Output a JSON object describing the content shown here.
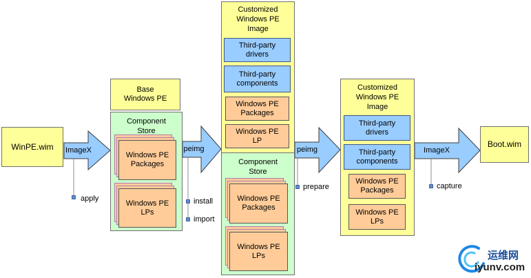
{
  "colors": {
    "image_fill": "#FFFF99",
    "store_fill": "#CCFFCC",
    "third_party_fill": "#99CCFF",
    "package_fill": "#FFCC99",
    "arrow_fill": "#99CCFF",
    "marker_fill": "#5B8FD6",
    "stack_layer_border": "#B27BB2"
  },
  "source_image": {
    "label": "WinPE.wim"
  },
  "steps": [
    {
      "tool": "ImageX",
      "actions": [
        "apply"
      ]
    },
    {
      "tool": "peimg",
      "actions": [
        "install",
        "import"
      ]
    },
    {
      "tool": "peimg",
      "actions": [
        "prepare"
      ]
    },
    {
      "tool": "ImageX",
      "actions": [
        "capture"
      ]
    }
  ],
  "base_image": {
    "title": "Base\nWindows PE",
    "component_store": {
      "title": "Component\nStore",
      "packages": "Windows PE\nPackages",
      "lps": "Windows PE\nLPs"
    }
  },
  "customized_image": {
    "title": "Customized\nWindows PE\nImage",
    "drivers": "Third-party\ndrivers",
    "components": "Third-party\ncomponents",
    "packages": "Windows PE\nPackages",
    "lp": "Windows PE\nLP",
    "component_store": {
      "title": "Component\nStore",
      "packages": "Windows PE\nPackages",
      "lps": "Windows PE\nLPs"
    }
  },
  "prepared_image": {
    "title": "Customized\nWindows PE\nImage",
    "drivers": "Third-party\ndrivers",
    "components": "Third-party\ncomponents",
    "packages": "Windows PE\nPackages",
    "lps": "Windows PE\nLPs"
  },
  "target_image": {
    "label": "Boot.wim"
  },
  "watermark": {
    "brand_cn": "运维网",
    "brand_url": "iyunv.com"
  }
}
